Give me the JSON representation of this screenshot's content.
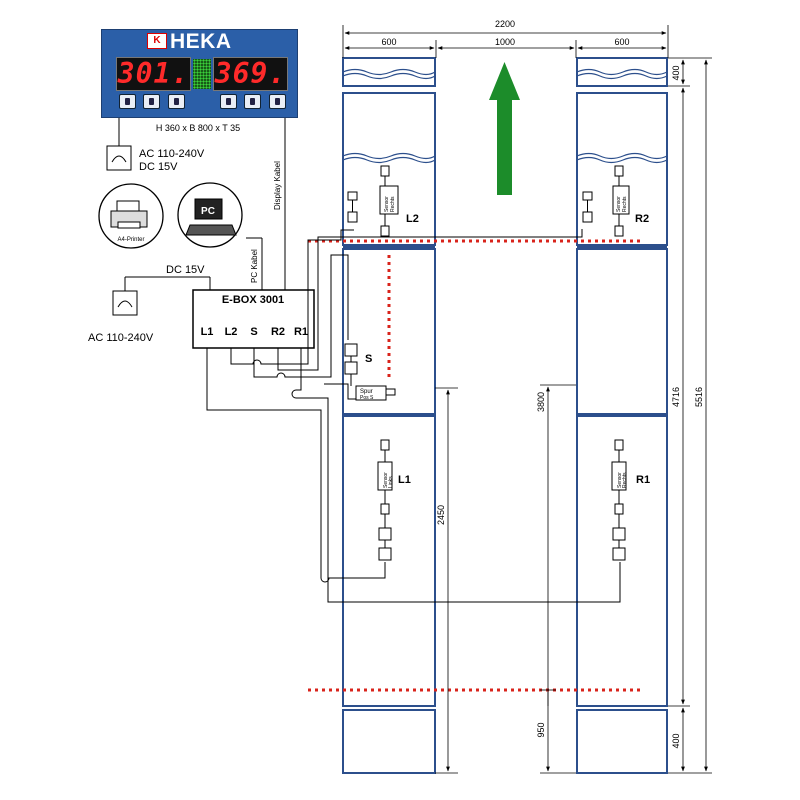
{
  "panel": {
    "brand": "HEKA",
    "display_left": "301.",
    "display_right": "369.",
    "size_label": "H 360 x B 800 x T 35"
  },
  "power_top": {
    "line1": "AC 110-240V",
    "line2": "DC 15V"
  },
  "display_cable": "Display Kabel",
  "printer_label": "A4-Printer",
  "pc_label": "PC",
  "pc_cable": "PC Kabel",
  "dc_label": "DC 15V",
  "power_bottom": "AC 110-240V",
  "ebox": {
    "title": "E-BOX 3001",
    "terminals": [
      "L1",
      "L2",
      "S",
      "R2",
      "R1"
    ]
  },
  "sensor_text": "Sensor\nRechts",
  "sensor_text_links": "Sensor\nLinks",
  "sensors": {
    "L2": "L2",
    "R2": "R2",
    "S": "S",
    "L1": "L1",
    "R1": "R1"
  },
  "spur": "Spur\nPos S",
  "dimensions": {
    "total_width": "2200",
    "left_width": "600",
    "middle_width": "1000",
    "right_width": "600",
    "top_block": "400",
    "h4716": "4716",
    "h5516": "5516",
    "h3800": "3800",
    "h2450": "2450",
    "h950": "950",
    "bottom_block": "400"
  },
  "colors": {
    "frame_blue": "#2c4f8c",
    "panel_blue": "#2b5fa8",
    "display_red": "#ff2a2a",
    "arrow_green": "#1c8c2a",
    "dotted_red": "#d9231b"
  }
}
